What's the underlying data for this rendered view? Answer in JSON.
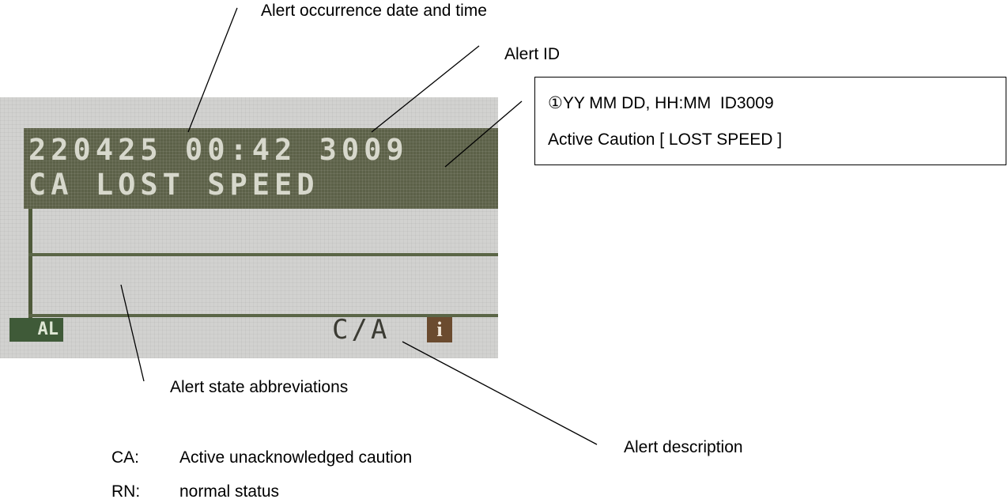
{
  "callouts": {
    "datetime": "Alert occurrence date and time",
    "alert_id": "Alert ID",
    "state_abbrev": "Alert state abbreviations",
    "description": "Alert description"
  },
  "lcd": {
    "row1": "220425 00:42 3009",
    "row2": "CA LOST SPEED",
    "al_icon": "AL",
    "ca_label": "C/A",
    "info_icon": "i"
  },
  "info_box": {
    "line1": "①YY MM DD, HH:MM  ID3009",
    "line2": "Active Caution [ LOST SPEED ]"
  },
  "legend": [
    {
      "abbr": "CA:",
      "desc": "Active unacknowledged caution"
    },
    {
      "abbr": "RN:",
      "desc": "normal status"
    }
  ]
}
